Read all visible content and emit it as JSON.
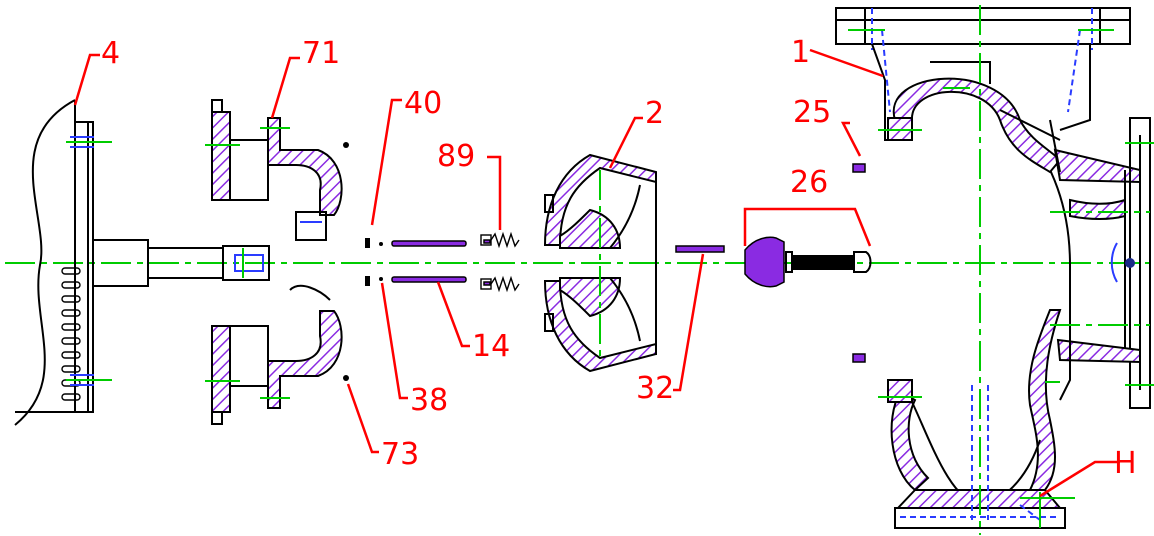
{
  "labels": {
    "p4": "4",
    "p71": "71",
    "p40": "40",
    "p89": "89",
    "p2": "2",
    "p1": "1",
    "p25": "25",
    "p26": "26",
    "p14": "14",
    "p38": "38",
    "p73": "73",
    "p32": "32",
    "pH": "H"
  },
  "colors": {
    "label": "#ff0000",
    "hatch": "#8a2be2",
    "centerline": "#00cc00",
    "hidden": "#2a3cff",
    "outline": "#000000"
  }
}
